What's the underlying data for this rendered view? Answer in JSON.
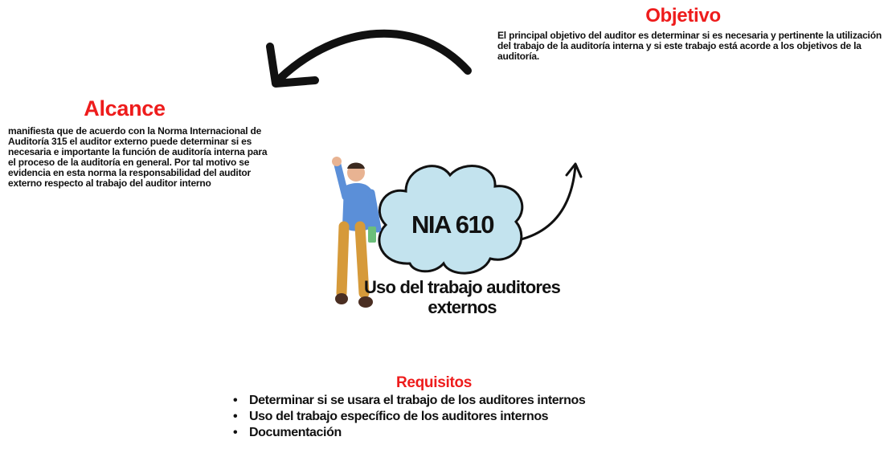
{
  "objetivo": {
    "title": "Objetivo",
    "text": "El principal objetivo del auditor es determinar si es necesaria y pertinente la utilización del trabajo de la auditoría interna y si este trabajo está acorde a los objetivos de la auditoría."
  },
  "alcance": {
    "title": "Alcance",
    "text": "manifiesta que de acuerdo con la Norma Internacional de Auditoría 315 el auditor externo puede determinar si es necesaria e importante la función de auditoría interna para el proceso de la auditoría en general. Por tal motivo se evidencia en esta norma la responsabilidad del auditor externo respecto al trabajo del auditor interno"
  },
  "center": {
    "title": "NIA 610",
    "subtitle": "Uso del trabajo auditores externos"
  },
  "requisitos": {
    "title": "Requisitos",
    "items": [
      "Determinar si se usara el trabajo de los auditores internos",
      "Uso del trabajo específico de los auditores internos",
      "Documentación"
    ]
  },
  "colors": {
    "heading": "#ee1c1c",
    "cloud": "#c3e3ee",
    "text": "#111111"
  }
}
